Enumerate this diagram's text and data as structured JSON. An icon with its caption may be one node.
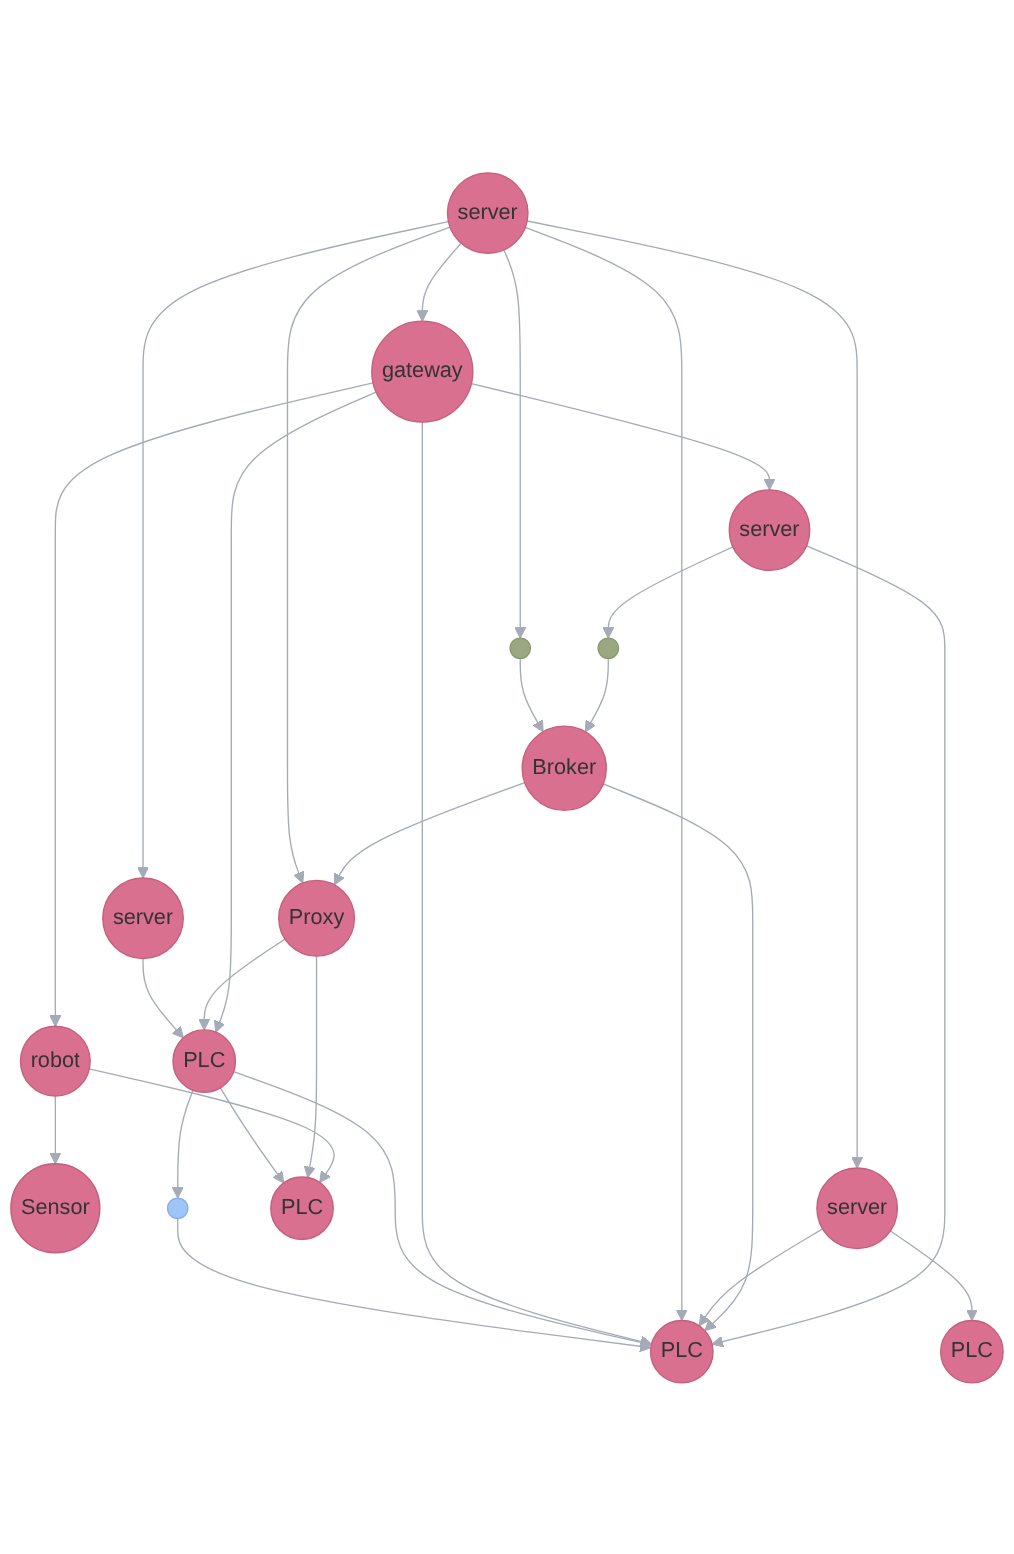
{
  "diagram": {
    "nodes": [
      {
        "text": [],
        "shape": "circle"
      },
      {
        "text": [
          "server"
        ]
      },
      {
        "text": [
          "Sensor"
        ]
      },
      {
        "text": [
          "robot"
        ]
      },
      {
        "text": [
          "Broker"
        ]
      },
      {
        "text": [
          "gateway"
        ]
      },
      {
        "text": [
          "PLC"
        ]
      },
      {
        "text": [
          "server"
        ]
      },
      {
        "text": [
          "server"
        ]
      },
      {
        "text": [
          "server"
        ]
      },
      {
        "text": [
          "Proxy"
        ]
      },
      {
        "text": [
          "PLC"
        ]
      },
      {
        "text": [],
        "shape": "circle"
      },
      {
        "text": [
          "PLC"
        ]
      },
      {
        "text": [
          "PLC"
        ]
      },
      {
        "text": [],
        "shape": "circle"
      }
    ],
    "edges": [
      {
        "from": 0,
        "to": 4,
        "arrow": "to"
      },
      {
        "from": 1,
        "to": 0,
        "arrow": "to"
      },
      {
        "from": 1,
        "to": 13,
        "arrow": "to"
      },
      {
        "from": 3,
        "to": 2,
        "arrow": "to"
      },
      {
        "from": 3,
        "to": 11,
        "arrow": "to"
      },
      {
        "from": 5,
        "to": 1,
        "arrow": "to"
      },
      {
        "from": 7,
        "to": 5,
        "arrow": "to"
      },
      {
        "from": 5,
        "to": 3,
        "arrow": "to"
      },
      {
        "from": 7,
        "to": 8,
        "arrow": "to"
      },
      {
        "from": 4,
        "to": 13,
        "arrow": "to"
      },
      {
        "from": 4,
        "to": 10,
        "arrow": "to"
      },
      {
        "from": 9,
        "to": 6,
        "arrow": "to"
      },
      {
        "from": 7,
        "to": 9,
        "arrow": "to"
      },
      {
        "from": 9,
        "to": 13,
        "arrow": "to"
      },
      {
        "from": 12,
        "to": 4,
        "arrow": "to"
      },
      {
        "from": 7,
        "to": 12,
        "arrow": "to"
      },
      {
        "from": 7,
        "to": 13,
        "arrow": "to"
      },
      {
        "from": 7,
        "to": 10,
        "arrow": "to"
      },
      {
        "from": 5,
        "to": 13,
        "arrow": "to"
      },
      {
        "from": 5,
        "to": 14,
        "arrow": "to"
      },
      {
        "from": 10,
        "to": 11,
        "arrow": "to"
      },
      {
        "from": 10,
        "to": 14,
        "arrow": "to"
      },
      {
        "from": 8,
        "to": 14,
        "arrow": "to"
      },
      {
        "from": 14,
        "to": 13,
        "arrow": "to"
      },
      {
        "from": 14,
        "to": 11,
        "arrow": "to"
      },
      {
        "from": 14,
        "to": 15,
        "arrow": "to"
      },
      {
        "from": 15,
        "to": 13,
        "arrow": "to"
      }
    ]
  }
}
